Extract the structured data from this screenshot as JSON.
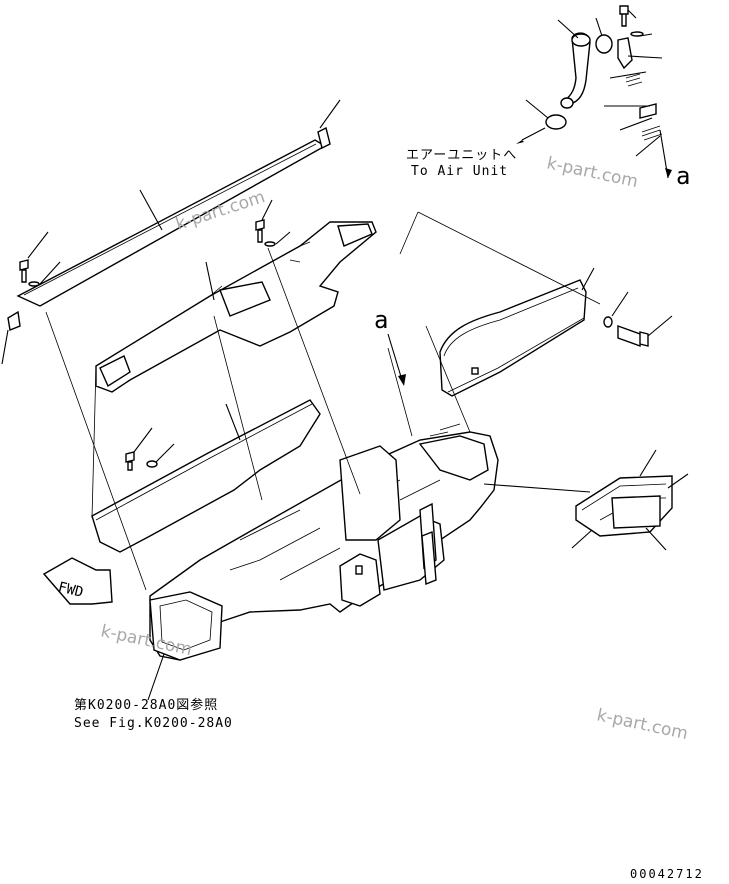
{
  "labels": {
    "air_unit_jp": "エアーユニットへ",
    "air_unit_en": "To Air Unit",
    "ref_a_top": "a",
    "ref_a_mid": "a",
    "see_fig_jp": "第K0200-28A0図参照",
    "see_fig_en": "See Fig.K0200-28A0",
    "fwd": "FWD",
    "drawing_number": "00042712"
  },
  "watermarks": [
    "k-part.com",
    "k-part.com",
    "k-part.com",
    "k-part.com"
  ]
}
